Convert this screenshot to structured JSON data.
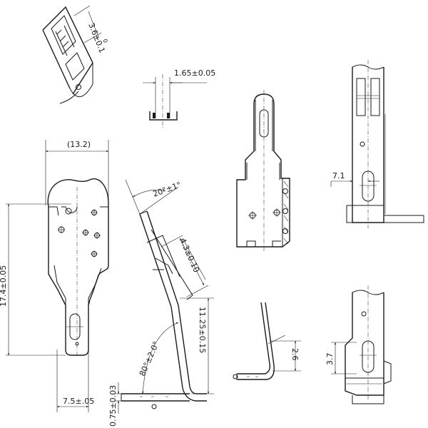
{
  "drawing": {
    "dimensions": {
      "d_3_6": "3.6±0.1",
      "d_3_6_tol": "0",
      "d_1_65": "1.65±0.05",
      "d_13_2": "(13.2)",
      "d_17_4": "17.4±0.05",
      "d_7_5": "7.5±.05",
      "d_0_75": "0.75±0.03",
      "d_20deg": "20°±1°",
      "d_4_3": "4.3±0.10",
      "d_11_25": "11.25±0.15",
      "d_80deg": "80°±2.0°",
      "d_7_1": "7.1",
      "d_2_6": "2.6",
      "d_3_7": "3.7"
    }
  }
}
